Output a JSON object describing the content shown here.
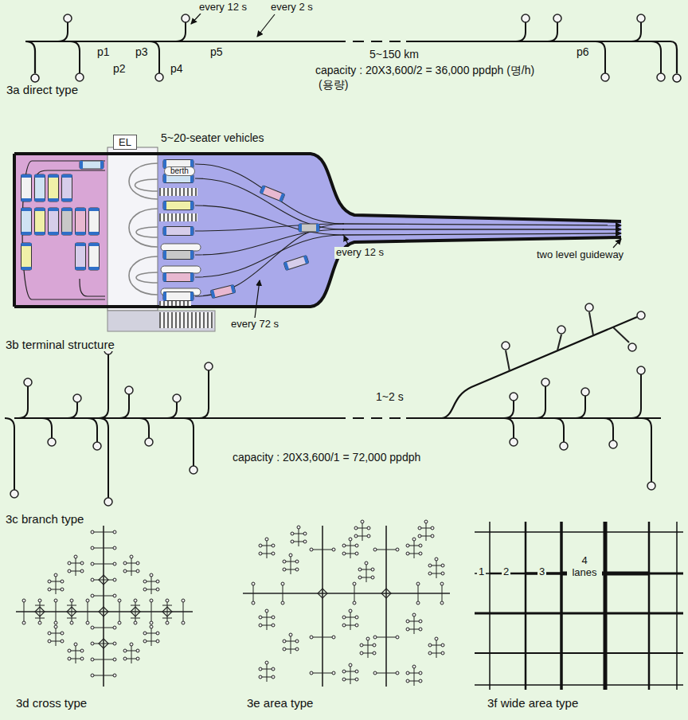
{
  "diagram": {
    "nodes": [
      {
        "text": [
          "EL"
        ]
      },
      {
        "text": [
          "berth"
        ]
      }
    ],
    "labels": [
      "every 12 s",
      "every 2 s",
      "p1",
      "p3",
      "p5",
      "p2",
      "p4",
      "5~150 km",
      "p6",
      "3a  direct type",
      "capacity : 20X3,600/2 = 36,000 ppdph (명/h)",
      "(용량)",
      "5~20-seater vehicles",
      "two level guideway",
      "every 12 s",
      "every 72 s",
      "3b  terminal structure",
      "1~2 s",
      "capacity :  20X3,600/1 = 72,000 ppdph",
      "3c  branch type",
      "1",
      "2",
      "3",
      "4 lanes",
      "3d  cross type",
      "3e  area type",
      "3f  wide area type"
    ]
  }
}
